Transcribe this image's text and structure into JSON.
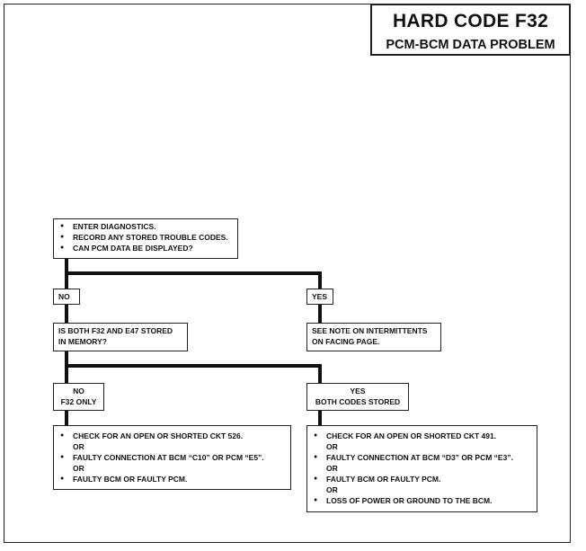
{
  "title": {
    "main": "HARD CODE F32",
    "sub": "PCM-BCM DATA PROBLEM"
  },
  "start_box": {
    "items": [
      "ENTER DIAGNOSTICS.",
      "RECORD ANY STORED TROUBLE CODES.",
      "CAN PCM DATA BE DISPLAYED?"
    ]
  },
  "no_label": "NO",
  "yes_label": "YES",
  "question_box": {
    "line1": "IS BOTH F32 AND E47 STORED",
    "line2": "IN MEMORY?"
  },
  "note_box": {
    "line1": "SEE NOTE ON INTERMITTENTS",
    "line2": "ON FACING PAGE."
  },
  "no_f32": {
    "line1": "NO",
    "line2": "F32 ONLY"
  },
  "yes_both": {
    "line1": "YES",
    "line2": "BOTH CODES STORED"
  },
  "left_result": {
    "item1": "CHECK FOR AN OPEN OR SHORTED CKT 526.",
    "or1": "OR",
    "item2": "FAULTY CONNECTION AT BCM “C10” OR PCM “E5”.",
    "or2": "OR",
    "item3": "FAULTY BCM OR FAULTY PCM."
  },
  "right_result": {
    "item1": "CHECK FOR AN OPEN OR SHORTED CKT 491.",
    "or1": "OR",
    "item2": "FAULTY CONNECTION AT BCM “D3” OR PCM “E3”.",
    "or2": "OR",
    "item3": "FAULTY BCM OR FAULTY PCM.",
    "or3": "OR",
    "item4": "LOSS OF POWER OR GROUND TO THE BCM."
  }
}
